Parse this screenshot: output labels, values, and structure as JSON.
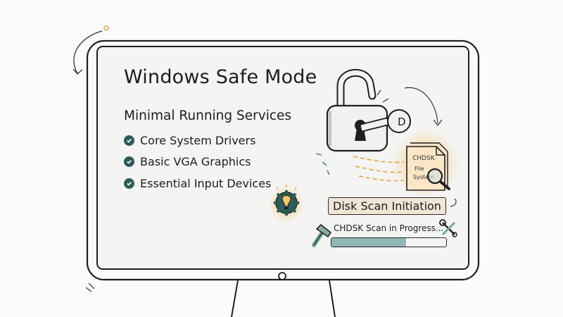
{
  "title": "Windows Safe Mode",
  "subtitle": "Minimal Running Services",
  "services": [
    "Core System Drivers",
    "Basic VGA Graphics",
    "Essential Input Devices"
  ],
  "lock_key_letter": "D",
  "document": {
    "line1": "CHDSK",
    "line2": "File",
    "line3": "System"
  },
  "disk_scan_label": "Disk Scan Initiation",
  "progress": {
    "label": "CHDSK Scan in Progress...",
    "fraction": 0.65
  },
  "colors": {
    "accent_teal": "#2c5d5a",
    "progress_fill": "#8fb7b5",
    "glow": "#f6c46a",
    "label_bg": "#efe6d6"
  },
  "icons": [
    "check-icon",
    "lightbulb-gear-icon",
    "padlock-icon",
    "key-icon",
    "document-icon",
    "magnifier-icon",
    "hammer-icon",
    "wrench-screwdriver-icon"
  ]
}
